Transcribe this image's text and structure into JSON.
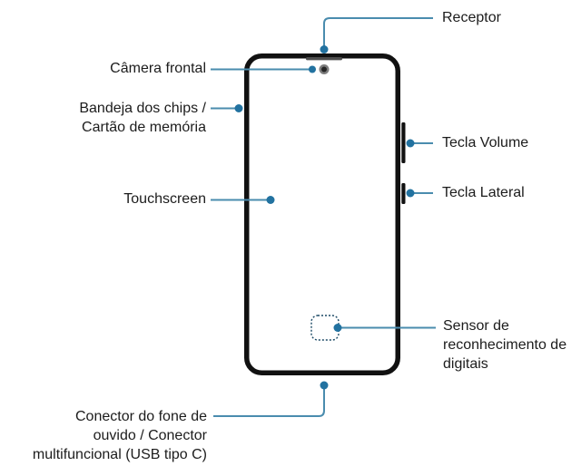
{
  "diagram": {
    "type": "device-front-view",
    "accent_line_color": "#4a8cae",
    "accent_dot_color": "#2272a0",
    "frame_color": "#111111",
    "labels": {
      "receptor": {
        "text": "Receptor"
      },
      "camera_frontal": {
        "text": "Câmera frontal"
      },
      "bandeja": {
        "lines": [
          "Bandeja dos chips /",
          "Cartão de memória"
        ]
      },
      "touchscreen": {
        "text": "Touchscreen"
      },
      "tecla_volume": {
        "text": "Tecla Volume"
      },
      "tecla_lateral": {
        "text": "Tecla Lateral"
      },
      "sensor": {
        "lines": [
          "Sensor de",
          "reconhecimento de",
          "digitais"
        ]
      },
      "conector": {
        "lines": [
          "Conector do fone de",
          "ouvido / Conector",
          "multifuncional (USB tipo C)"
        ]
      }
    }
  }
}
